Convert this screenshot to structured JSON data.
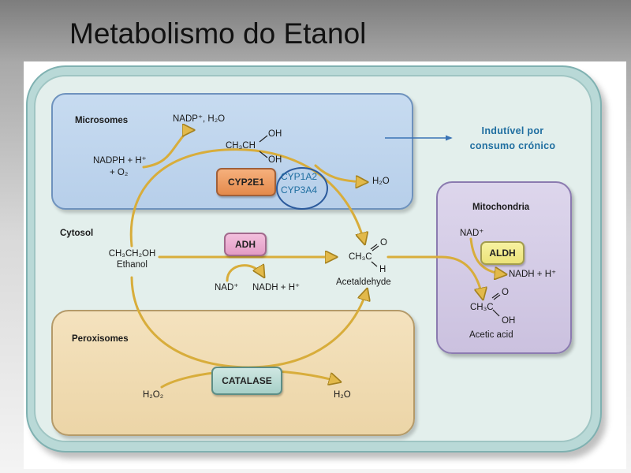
{
  "title": "Metabolismo do Etanol",
  "compartments": {
    "microsomes": "Microsomes",
    "cytosol": "Cytosol",
    "mitochondria": "Mitochondria",
    "peroxisomes": "Peroxisomes"
  },
  "enzymes": {
    "cyp2e1": "CYP2E1",
    "adh": "ADH",
    "aldh": "ALDH",
    "catalase": "CATALASE"
  },
  "annotations": {
    "induce_line1": "Indutível  por",
    "induce_line2": "consumo  crónico",
    "cyp1a2": "CYP1A2",
    "cyp3a4": "CYP3A4"
  },
  "molecules": {
    "ethanol_name": "Ethanol",
    "acetaldehyde_name": "Acetaldehyde",
    "acetic_acid_name": "Acetic acid",
    "h2o": "H₂O",
    "h2o2": "H₂O₂",
    "nad": "NAD⁺",
    "nadh": "NADH + H⁺",
    "nadp_h2o": "NADP⁺, H₂O",
    "nadph": "NADPH + H⁺",
    "o2": "+ O₂",
    "oh": "OH",
    "o": "O",
    "h": "H",
    "ch3ch": "CH₃CH",
    "ch3ch2oh": "CH₃CH₂OH",
    "ch3c": "CH₃C"
  },
  "colors": {
    "arrow": "#e2b94a",
    "arrow_outline": "#a4811f",
    "note_text": "#1f6ea0",
    "oval": "#2b5a9c"
  }
}
